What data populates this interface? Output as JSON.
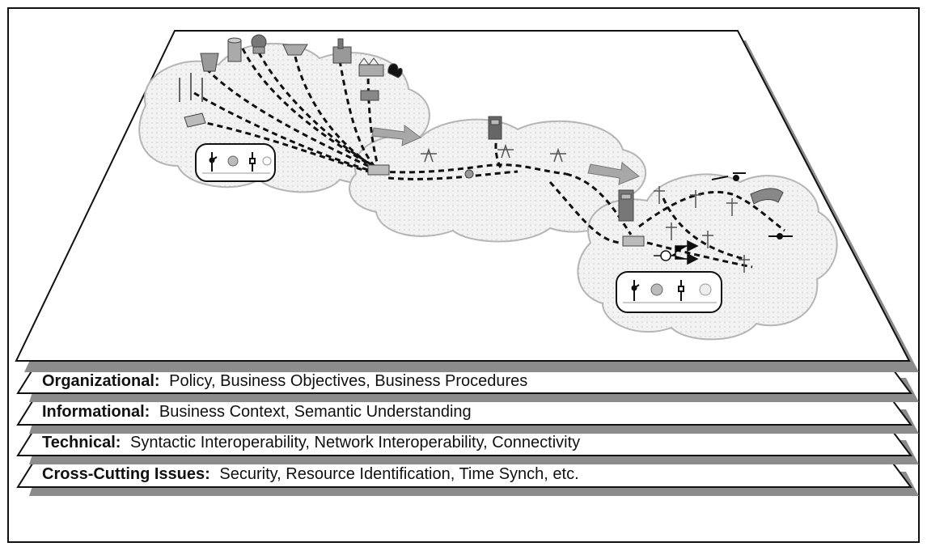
{
  "layers": [
    {
      "name": "Organizational:",
      "items": "Policy, Business Objectives, Business Procedures"
    },
    {
      "name": "Informational:",
      "items": "Business Context, Semantic Understanding"
    },
    {
      "name": "Technical:",
      "items": "Syntactic Interoperability, Network Interoperability, Connectivity"
    },
    {
      "name": "Cross-Cutting Issues:",
      "items": "Security, Resource Identification, Time Synch, etc."
    }
  ],
  "icons": {
    "generation_cloud": "power-generation-cloud",
    "transmission_cloud": "transmission-grid-cloud",
    "distribution_cloud": "distribution-grid-cloud",
    "flow_arrow": "flow-arrow",
    "control_panel": "substation-control-panel"
  },
  "colors": {
    "line": "#111111",
    "cloud_fill": "#f2f2f2",
    "cloud_edge": "#b5b5b5",
    "shadow": "#8c8c8c",
    "arrow": "#a8a8a8"
  }
}
